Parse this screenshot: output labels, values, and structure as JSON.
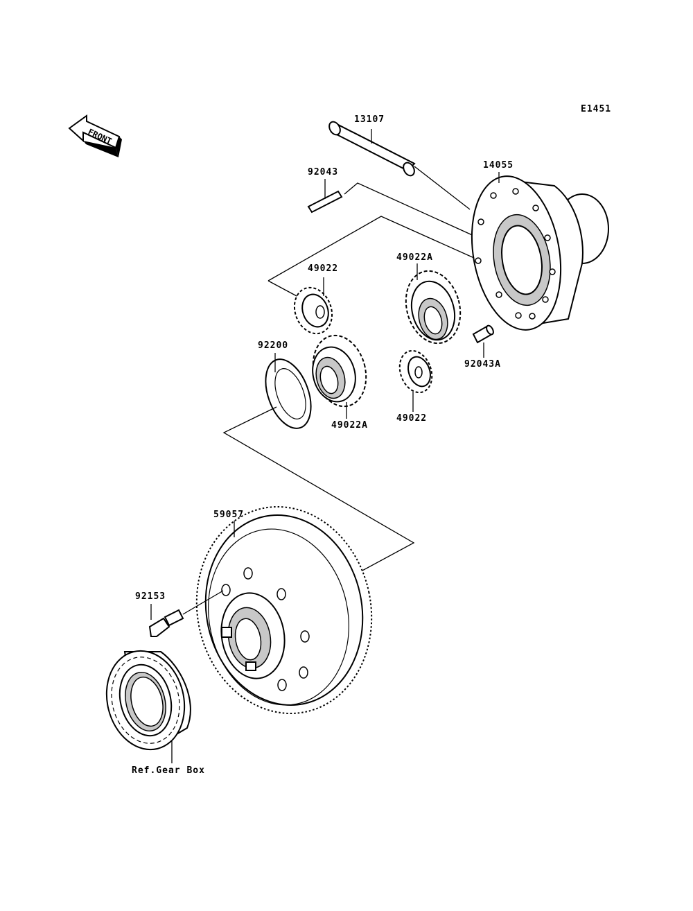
{
  "diagram": {
    "ref_code": "E1451",
    "front_marker": "FRONT",
    "parts": [
      {
        "id": "13107"
      },
      {
        "id": "92043"
      },
      {
        "id": "14055"
      },
      {
        "id": "49022"
      },
      {
        "id": "49022A"
      },
      {
        "id": "92200"
      },
      {
        "id": "49022A"
      },
      {
        "id": "49022"
      },
      {
        "id": "92043A"
      },
      {
        "id": "59057"
      },
      {
        "id": "92153"
      },
      {
        "id": "Ref.Gear Box"
      }
    ]
  }
}
